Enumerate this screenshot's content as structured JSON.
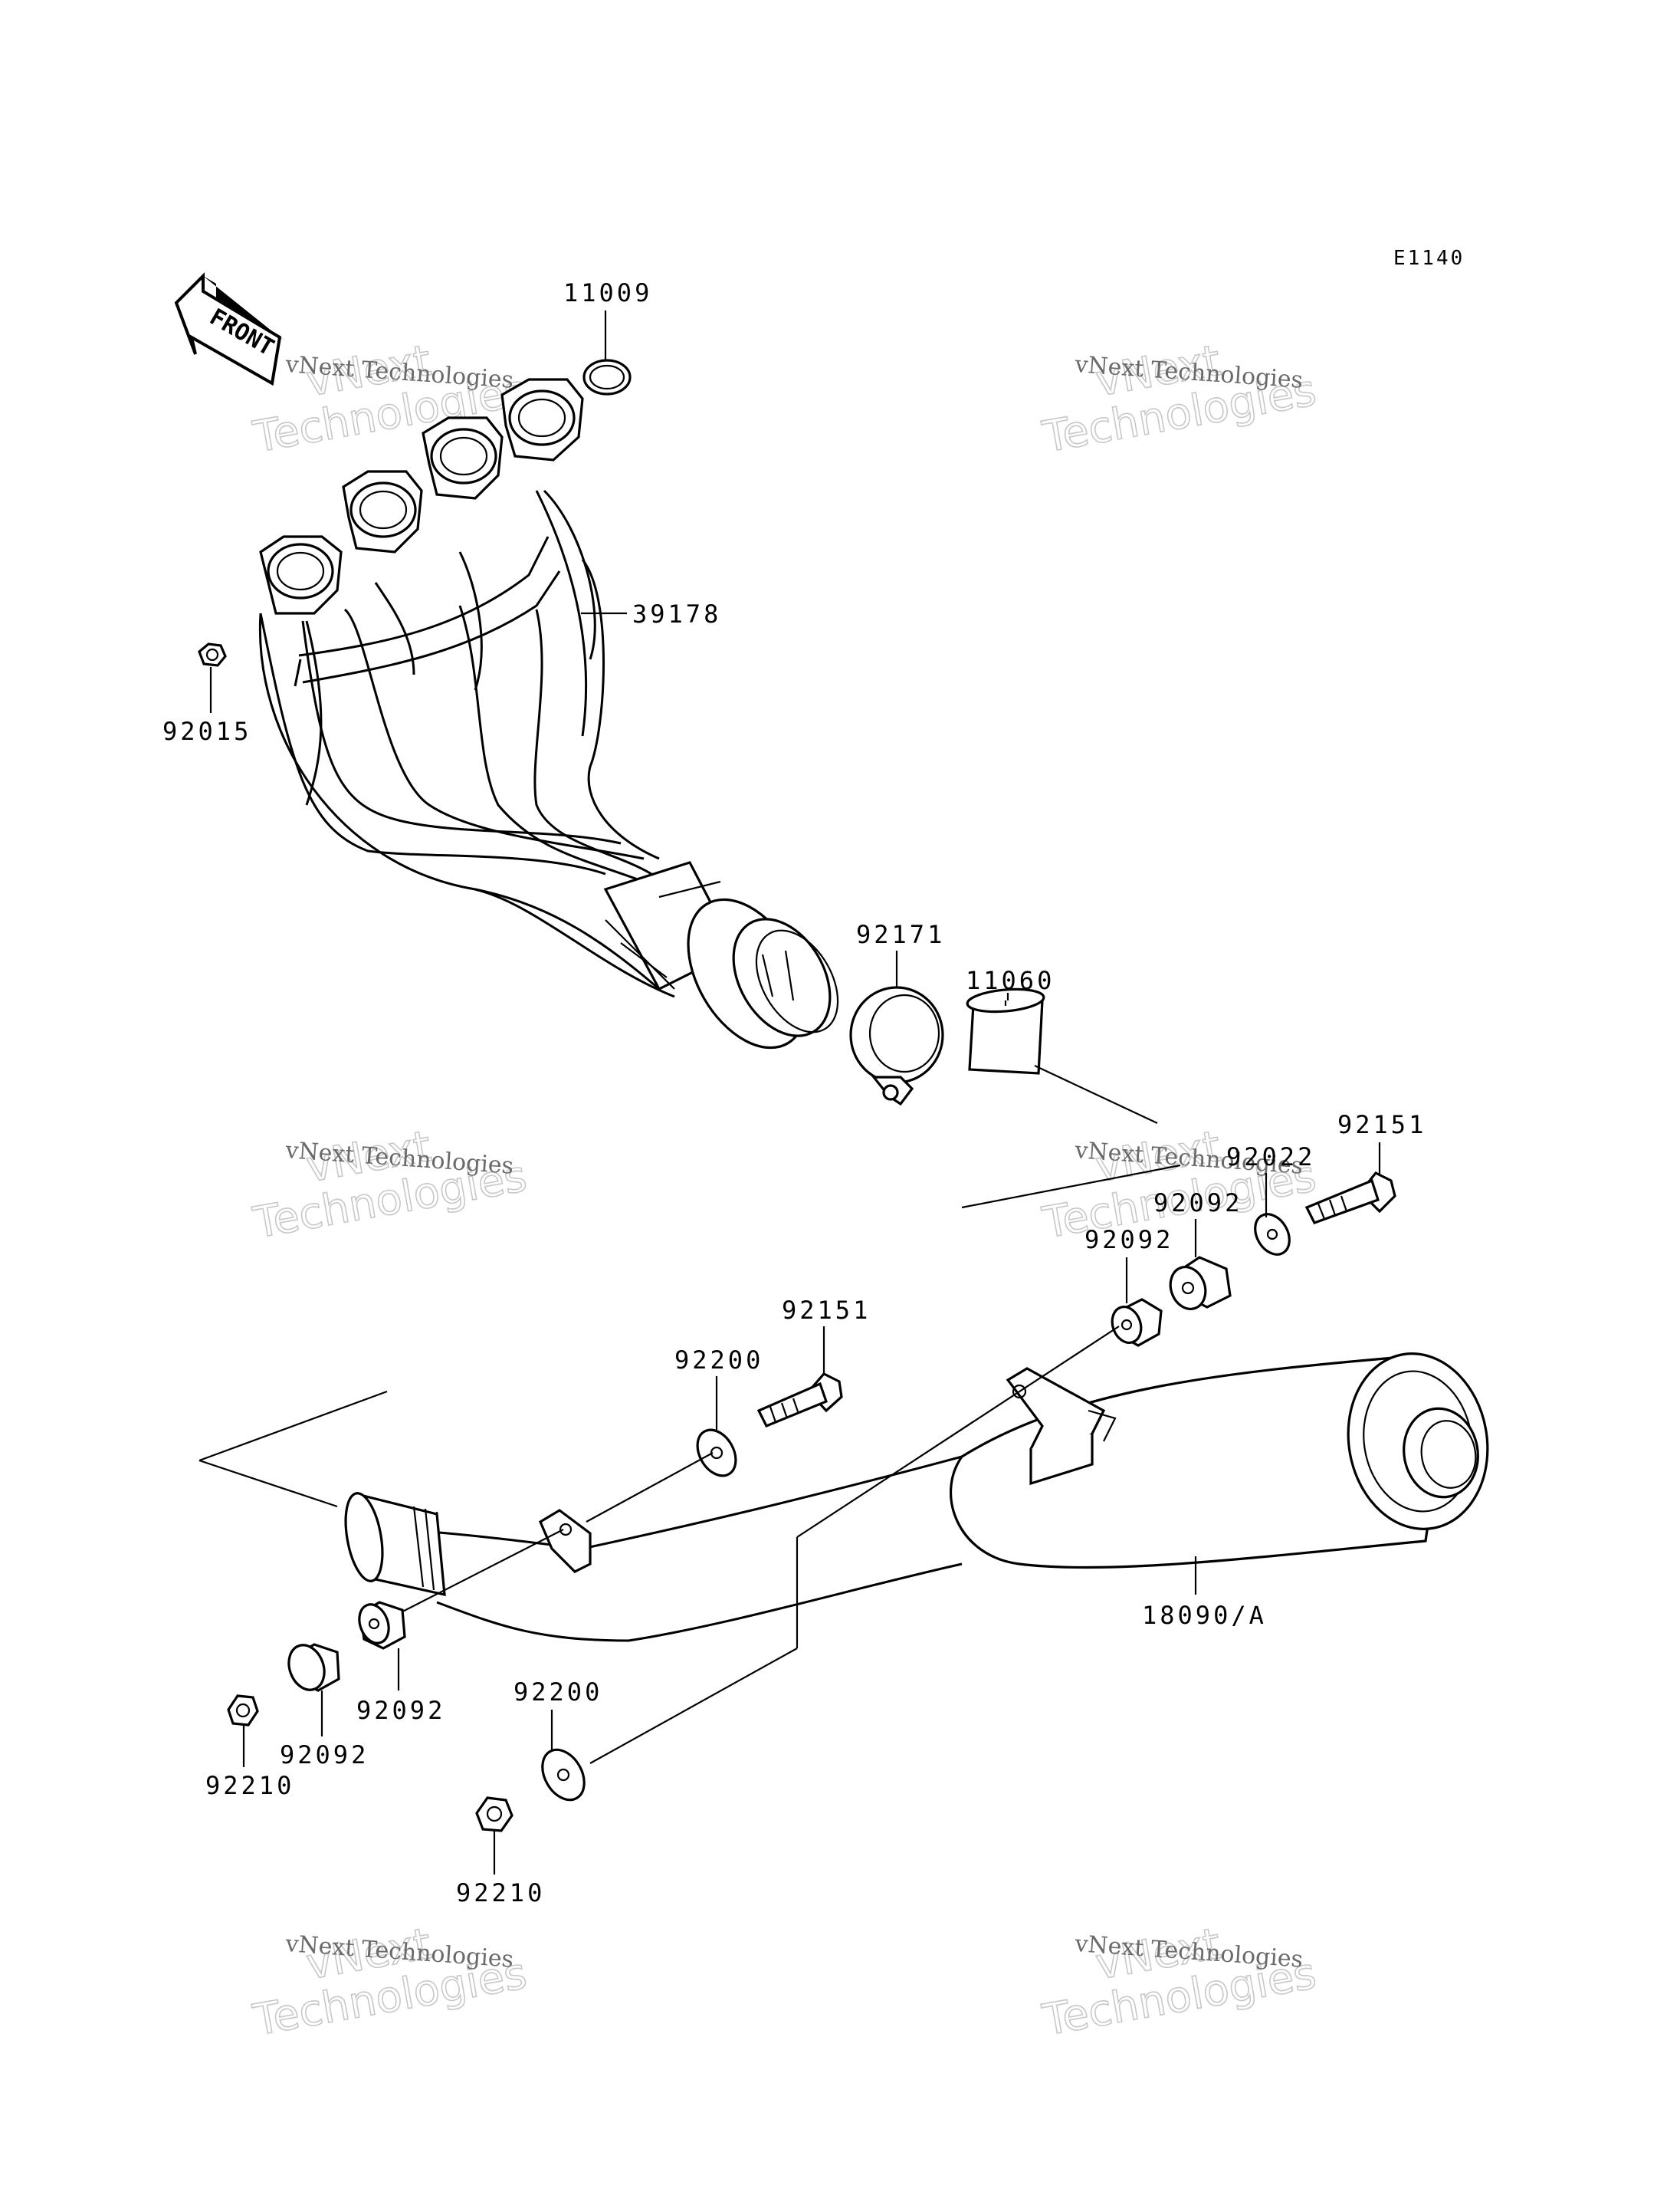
{
  "diagram": {
    "ref_code": "E1140",
    "front_label": "FRONT",
    "watermark": {
      "small": "vNext Technologies",
      "big_line1": "vNext",
      "big_line2": "Technologies"
    },
    "parts": {
      "p11009": "11009",
      "p39178": "39178",
      "p92015": "92015",
      "p92171": "92171",
      "p11060": "11060",
      "p92151_right": "92151",
      "p92022": "92022",
      "p92092_right_top": "92092",
      "p92092_right_mid": "92092",
      "p92151_center": "92151",
      "p92200_top": "92200",
      "p18090": "18090/A",
      "p92092_left_a": "92092",
      "p92092_left_b": "92092",
      "p92210_left": "92210",
      "p92200_bottom": "92200",
      "p92210_bottom": "92210"
    }
  }
}
